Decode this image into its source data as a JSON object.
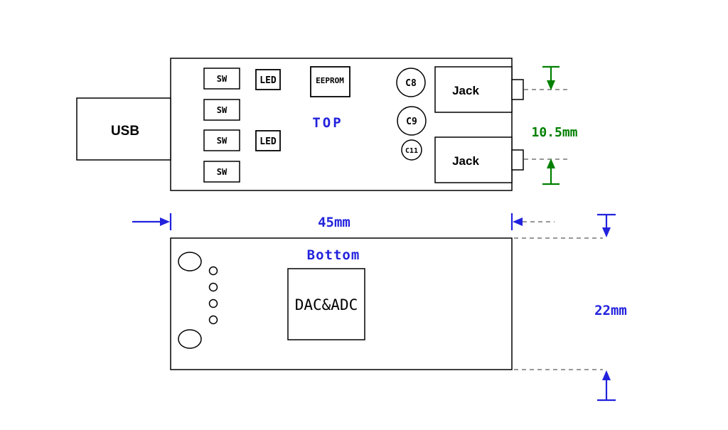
{
  "colors": {
    "blue": "#2222dd",
    "green": "#008000",
    "outline": "#000000",
    "extension": "#777777"
  },
  "top_view": {
    "usb_label": "USB",
    "view_label": "TOP",
    "switches": [
      "SW",
      "SW",
      "SW",
      "SW"
    ],
    "leds": [
      "LED",
      "LED"
    ],
    "eeprom_label": "EEPROM",
    "capacitors": [
      "C8",
      "C9",
      "C11"
    ],
    "jacks": [
      "Jack",
      "Jack"
    ]
  },
  "bottom_view": {
    "view_label": "Bottom",
    "chip_label": "DAC&ADC"
  },
  "dimensions": {
    "board_width": "45mm",
    "board_height": "22mm",
    "jack_spacing": "10.5mm"
  }
}
